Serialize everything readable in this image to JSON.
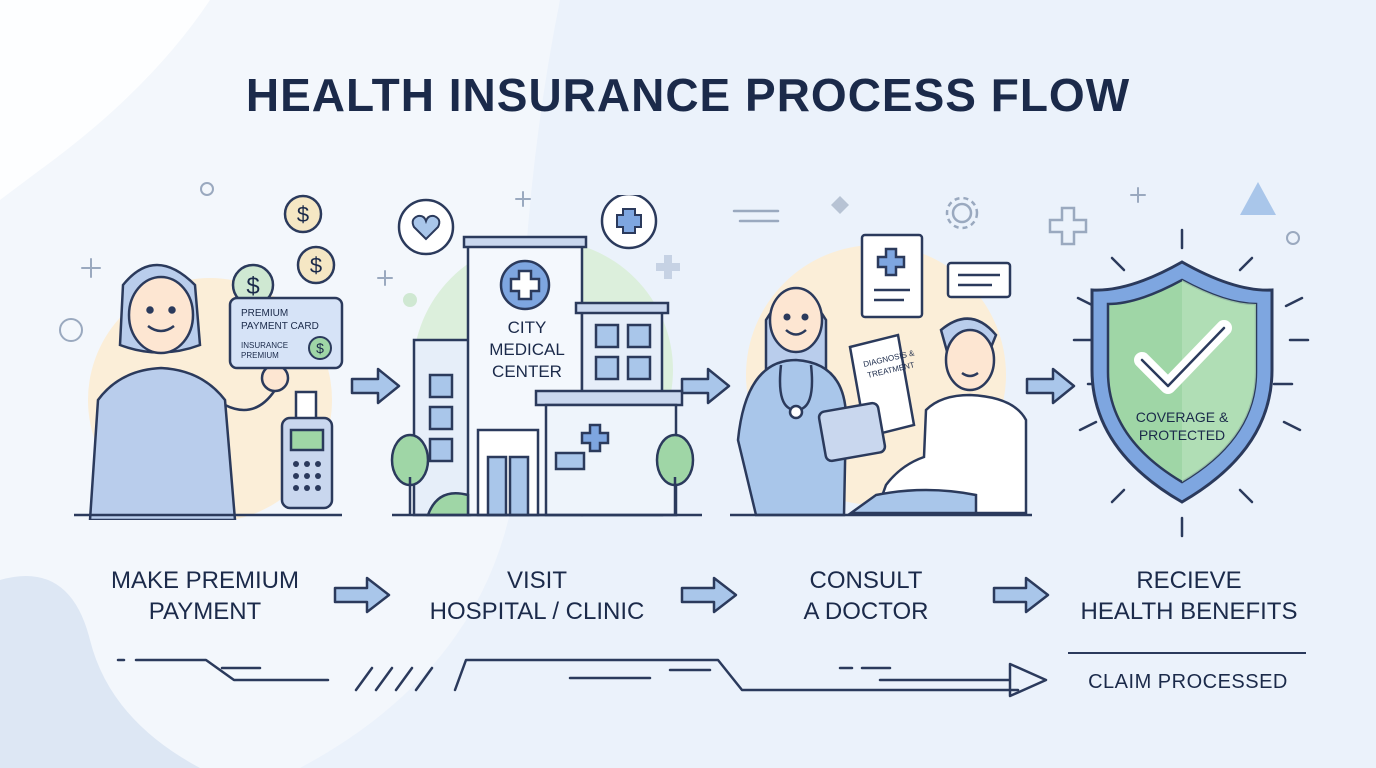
{
  "title": "HEALTH INSURANCE PROCESS FLOW",
  "steps": [
    {
      "line1": "MAKE PREMIUM",
      "line2": "PAYMENT"
    },
    {
      "line1": "VISIT",
      "line2": "HOSPITAL / CLINIC"
    },
    {
      "line1": "CONSULT",
      "line2": "A DOCTOR"
    },
    {
      "line1": "RECIEVE",
      "line2": "HEALTH BENEFITS"
    }
  ],
  "card": {
    "line1": "PREMIUM",
    "line2": "PAYMENT CARD",
    "line3": "INSURANCE",
    "line4": "PREMIUM"
  },
  "hospital_sign": {
    "line1": "CITY",
    "line2": "MEDICAL",
    "line3": "CENTER"
  },
  "clipboard": {
    "line1": "DIAGNOSIS &",
    "line2": "TREATMENT"
  },
  "shield": {
    "line1": "COVERAGE &",
    "line2": "PROTECTED"
  },
  "footer": {
    "claim_label": "CLAIM PROCESSED"
  },
  "icons": [
    "dollar-coin-icon",
    "heart-icon",
    "medical-cross-icon",
    "gear-icon",
    "check-icon",
    "arrow-right-icon"
  ],
  "colors": {
    "navy": "#1b2a4a",
    "blue": "#7ea6e0",
    "green": "#9fd6a6",
    "peach": "#fbeed8",
    "outline": "#2b3a5c"
  }
}
